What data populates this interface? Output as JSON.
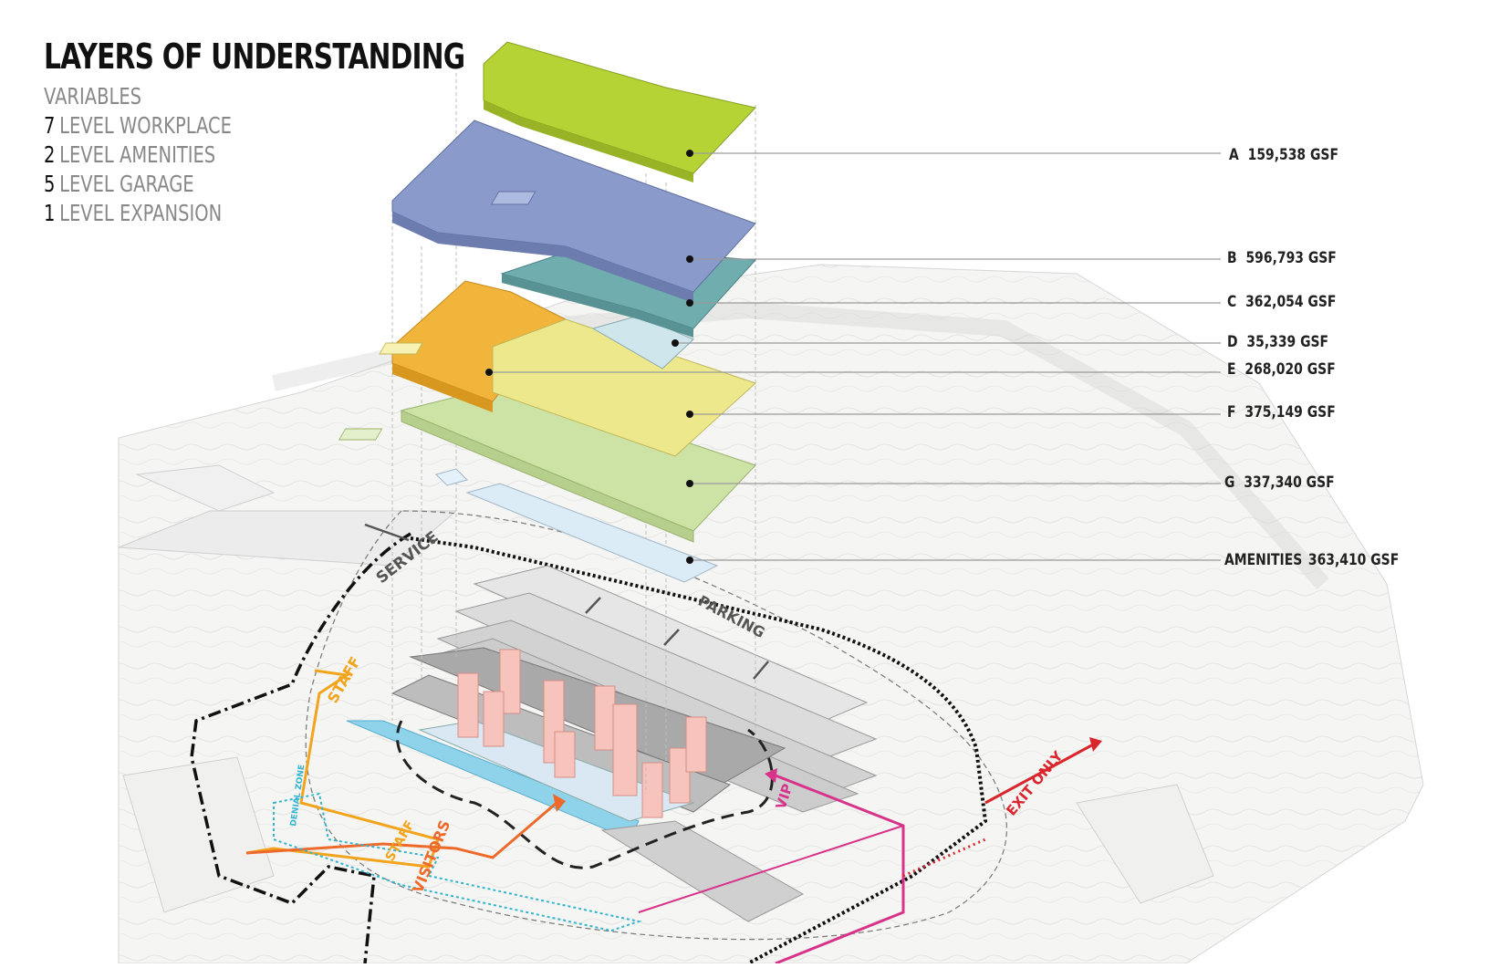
{
  "title": "LAYERS OF UNDERSTANDING",
  "variables": {
    "heading": "VARIABLES",
    "items": [
      {
        "count": "7",
        "label": "LEVEL WORKPLACE"
      },
      {
        "count": "2",
        "label": "LEVEL AMENITIES"
      },
      {
        "count": "5",
        "label": "LEVEL GARAGE"
      },
      {
        "count": "1",
        "label": "LEVEL EXPANSION"
      }
    ]
  },
  "layers": [
    {
      "id": "A",
      "value": "159,538 GSF",
      "color": "#b5d334"
    },
    {
      "id": "B",
      "value": "596,793 GSF",
      "color": "#8a9bcb"
    },
    {
      "id": "C",
      "value": "362,054 GSF",
      "color": "#6fadaf"
    },
    {
      "id": "D",
      "value": "35,339 GSF",
      "color": "#cfe7ec"
    },
    {
      "id": "E",
      "value": "268,020 GSF",
      "color": "#eee88c"
    },
    {
      "id": "F",
      "value": "375,149 GSF",
      "color": "#f2b53c"
    },
    {
      "id": "G",
      "value": "337,340 GSF",
      "color": "#cde3a6"
    },
    {
      "id": "AMENITIES",
      "value": "363,410 GSF",
      "color": "#dcecf7"
    }
  ],
  "site_labels": {
    "service": "SERVICE",
    "parking": "PARKING",
    "staff": "STAFF",
    "staff2": "STAFF",
    "visitors": "VISITORS",
    "vip": "VIP",
    "exit_only": "EXIT ONLY",
    "denial_zone": "DENIAL ZONE"
  },
  "colors": {
    "staff_route": "#f2a41c",
    "visitor_route": "#ee6a2a",
    "vip_route": "#d8338a",
    "exit_route": "#d9262c",
    "denial_zone": "#33b5d0",
    "perimeter": "#111111",
    "building_core": "#f6c3bd",
    "water": "#8fd3ea"
  }
}
